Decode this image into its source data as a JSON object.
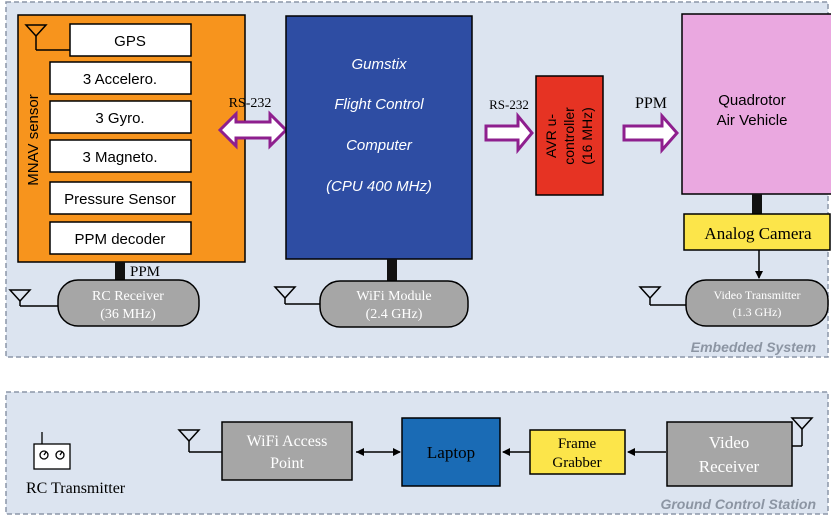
{
  "embedded": {
    "label": "Embedded System",
    "mnav": {
      "title": "MNAV sensor",
      "items": [
        "GPS",
        "3 Accelero.",
        "3 Gyro.",
        "3 Magneto.",
        "Pressure Sensor",
        "PPM decoder"
      ],
      "ppm_label": "PPM",
      "receiver_line1": "RC Receiver",
      "receiver_line2": "(36 MHz)"
    },
    "rs232_left": "RS-232",
    "gumstix": {
      "line1": "Gumstix",
      "line2": "Flight Control",
      "line3": "Computer",
      "line4": "(CPU 400 MHz)",
      "wifi_line1": "WiFi Module",
      "wifi_line2": "(2.4 GHz)"
    },
    "rs232_right": "RS-232",
    "avr": {
      "line1": "AVR u-",
      "line2": "controller",
      "line3": "(16 MHz)"
    },
    "ppm_right": "PPM",
    "quad": {
      "line1": "Quadrotor",
      "line2": "Air Vehicle"
    },
    "camera": "Analog Camera",
    "video_tx_line1": "Video Transmitter",
    "video_tx_line2": "(1.3 GHz)"
  },
  "ground": {
    "label": "Ground Control Station",
    "rc_tx_label": "RC Transmitter",
    "wifi_ap_line1": "WiFi Access",
    "wifi_ap_line2": "Point",
    "laptop": "Laptop",
    "frame_line1": "Frame",
    "frame_line2": "Grabber",
    "video_rx_line1": "Video",
    "video_rx_line2": "Receiver"
  },
  "colors": {
    "panel_fill": "#dce4f0",
    "panel_border": "#8c96a8",
    "mnav_orange": "#f7941d",
    "gumstix_blue": "#2e4da3",
    "avr_red": "#e63323",
    "quad_pink": "#eaa8e0",
    "camera_yellow": "#fce54a",
    "grey_module": "#a6a6a6",
    "laptop_blue": "#1a6bb5",
    "arrow_purple": "#8e1f8e"
  }
}
